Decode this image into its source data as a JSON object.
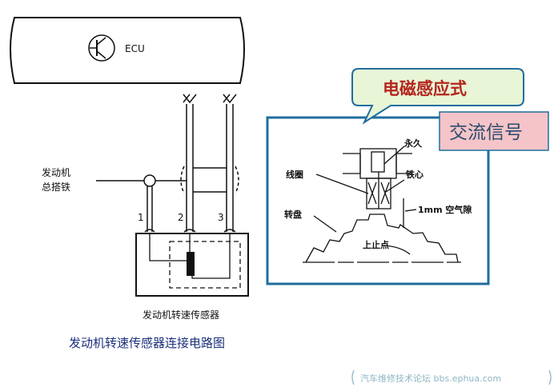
{
  "ecu": {
    "label": "ECU"
  },
  "ground": {
    "line1": "发动机",
    "line2": "总搭铁"
  },
  "pins": [
    "1",
    "2",
    "3"
  ],
  "sensor_label": "发动机转速传感器",
  "caption": "发动机转速传感器连接电路图",
  "callout": {
    "title": "电磁感应式",
    "signal": "交流信号"
  },
  "detail": {
    "magnet": "永久",
    "coil": "线圈",
    "core": "铁心",
    "air_gap": "1mm 空气隙",
    "disc": "转盘",
    "tdc": "上止点"
  },
  "watermark": "汽车维修技术论坛 bbs.ephua.com",
  "colors": {
    "frame_blue": "#1f6e9e",
    "callout_fill": "#e8f5d6",
    "callout_text": "#b3261e",
    "signal_fill": "#f4c4c8",
    "caption_blue": "#1a2f7a"
  }
}
